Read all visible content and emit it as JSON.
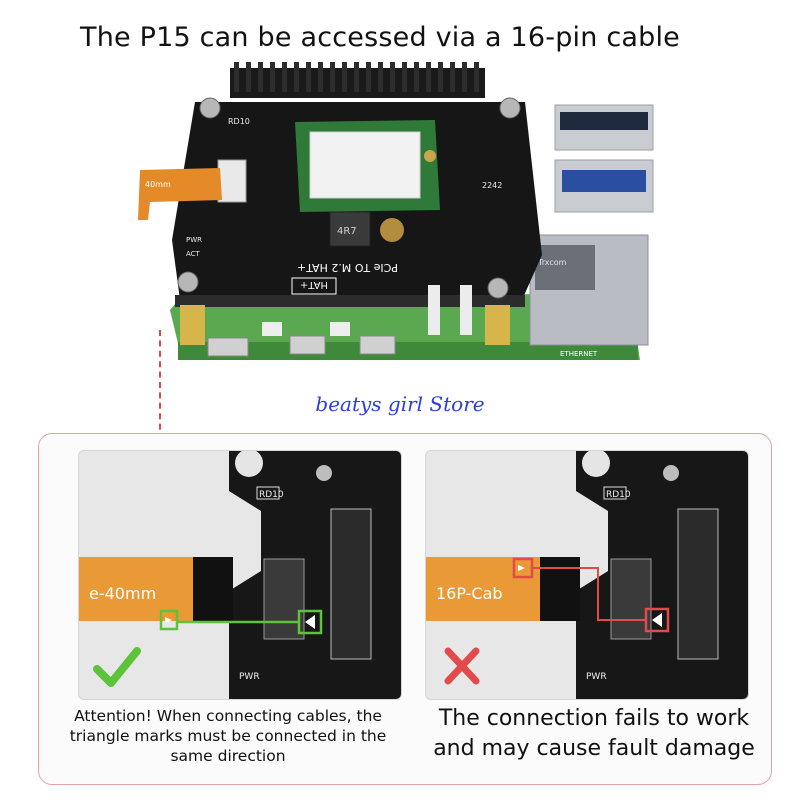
{
  "header": {
    "title": "The P15 can be accessed via a 16-pin cable"
  },
  "watermark": "beatys girl Store",
  "board": {
    "silk_hat_name": "PCIe TO M.2 HAT+",
    "silk_hat_tag": "HAT+",
    "silk_ref": "RD10",
    "silk_inductor": "4R7",
    "silk_pwr": "PWR",
    "silk_act": "ACT",
    "silk_size": "2242",
    "silk_ethernet": "ETHERNET",
    "silk_ribbon": "40mm",
    "silk_eth_brand": "Trxcom"
  },
  "panels": {
    "correct": {
      "cable_label": "e-40mm",
      "silk_ref": "RD10",
      "silk_pwr": "PWR",
      "status_color": "#5cc33a"
    },
    "wrong": {
      "cable_label": "16P-Cab",
      "silk_ref": "RD10",
      "silk_pwr": "PWR",
      "status_color": "#e24b4b"
    }
  },
  "captions": {
    "correct": "Attention! When connecting cables, the triangle marks must be connected in the same direction",
    "wrong": "The connection fails to work and may cause fault damage"
  }
}
